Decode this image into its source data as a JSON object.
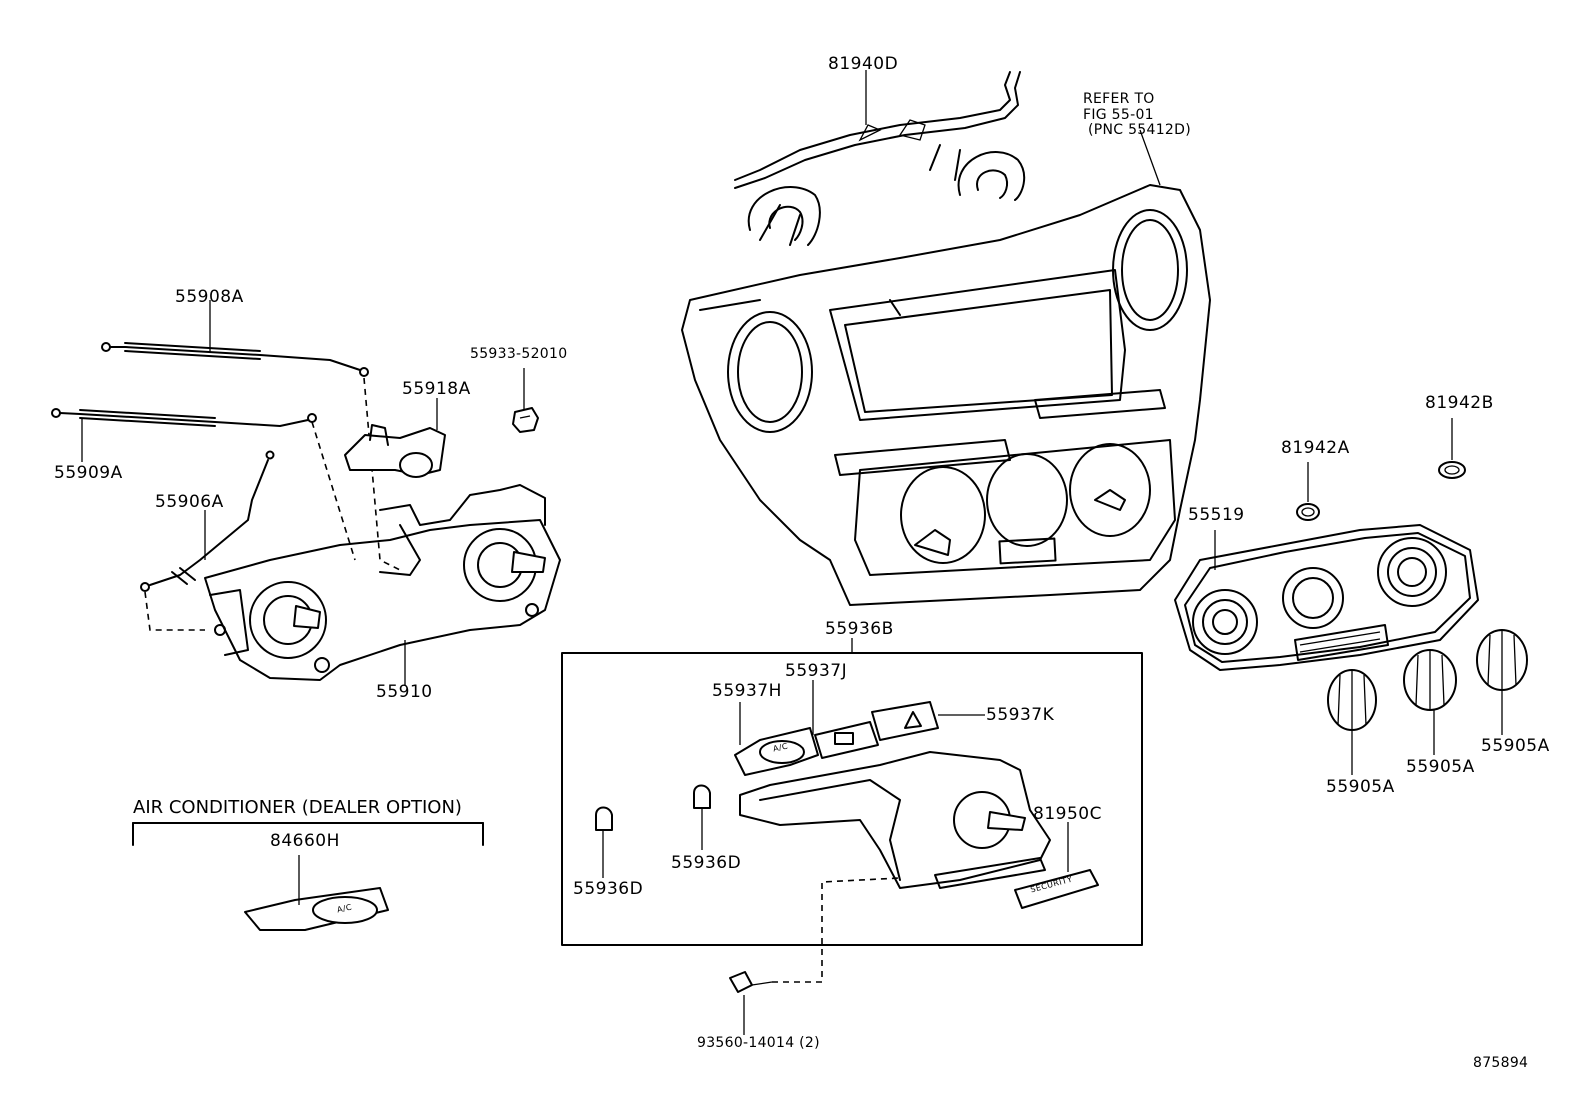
{
  "labels": {
    "p81940D": "81940D",
    "refer1": "REFER TO",
    "refer2": "FIG 55-01",
    "refer3": "(PNC 55412D)",
    "p55908A": "55908A",
    "p55933": "55933-52010",
    "p55918A": "55918A",
    "p55909A": "55909A",
    "p55906A": "55906A",
    "p55910": "55910",
    "p81942B": "81942B",
    "p81942A": "81942A",
    "p55519": "55519",
    "p55936B": "55936B",
    "p55937J": "55937J",
    "p55937H": "55937H",
    "p55937K": "55937K",
    "p81950C": "81950C",
    "p55936D_a": "55936D",
    "p55936D_b": "55936D",
    "p55905A_a": "55905A",
    "p55905A_b": "55905A",
    "p55905A_c": "55905A",
    "ac_title": "AIR CONDITIONER (DEALER OPTION)",
    "p84660H": "84660H",
    "p93560": "93560-14014 (2)",
    "figure_no": "875894"
  },
  "button_text": {
    "ac": "A/C",
    "security": "SECURITY"
  }
}
